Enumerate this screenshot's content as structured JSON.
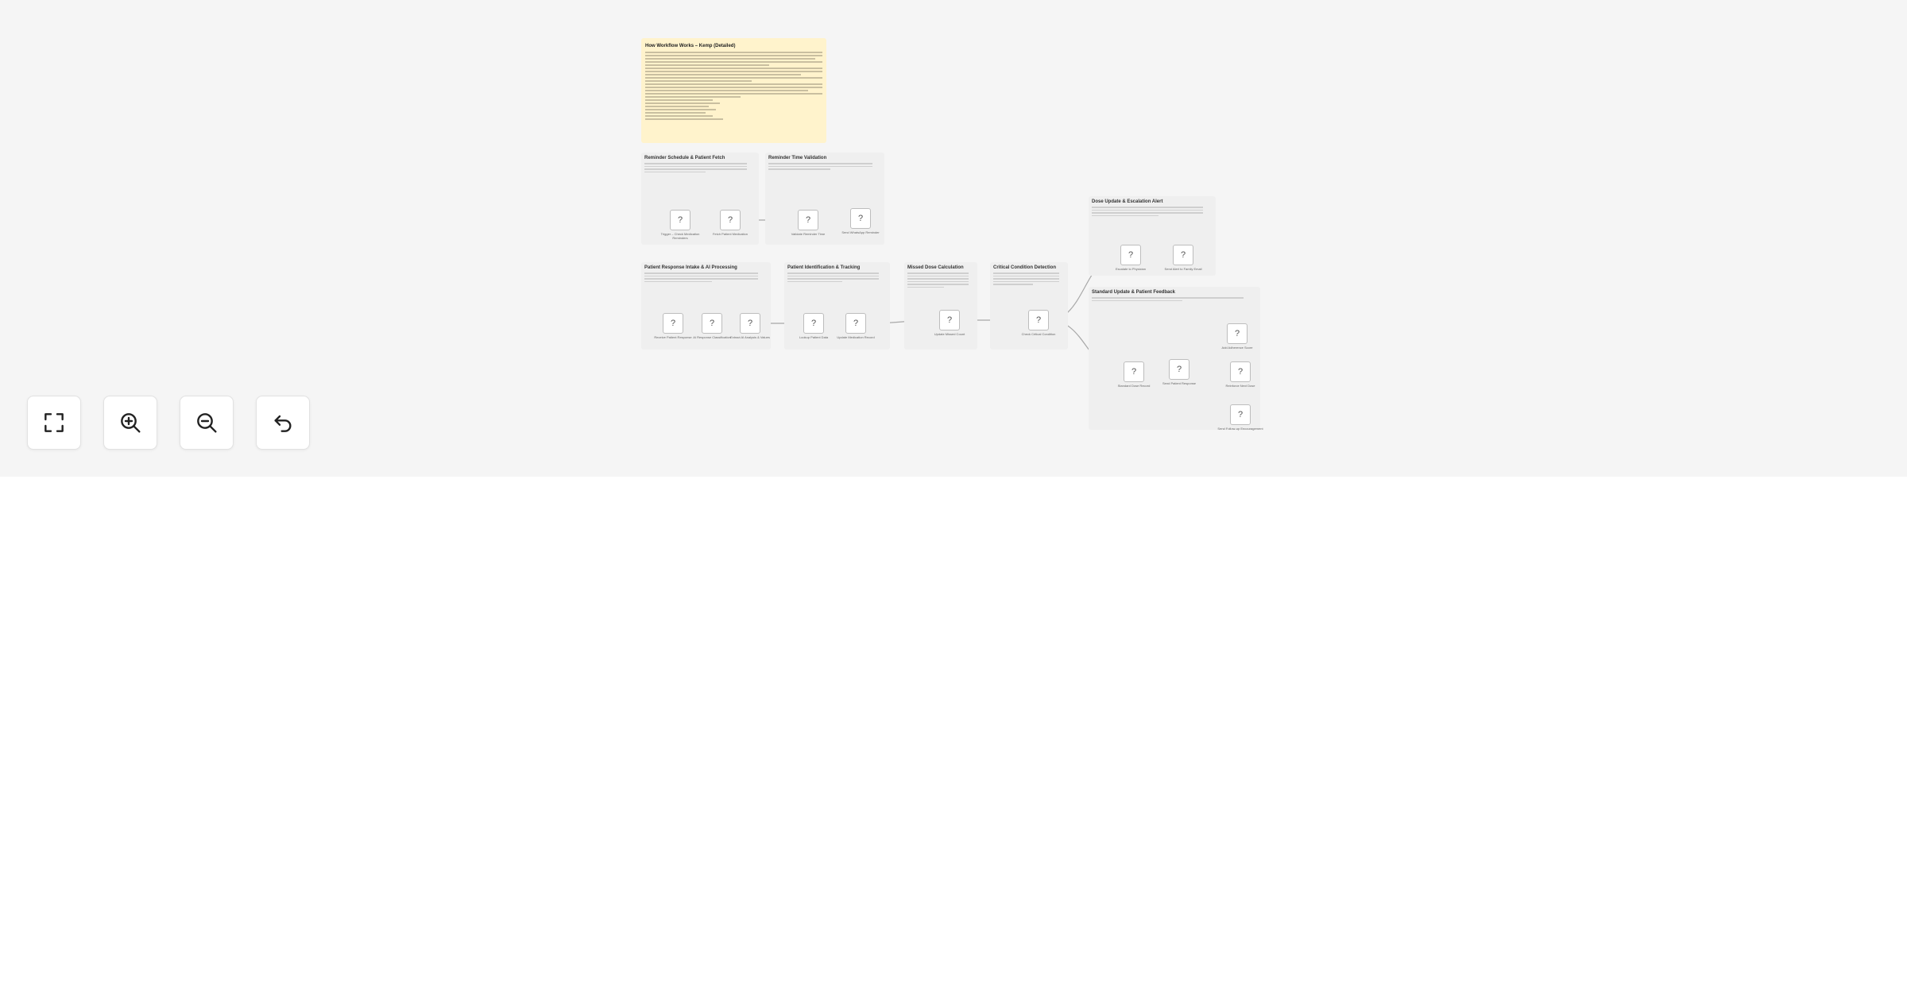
{
  "sticky_note": {
    "title": "How Workflow Works – Kemp (Detailed)"
  },
  "sections": [
    {
      "title": "Reminder Schedule & Patient Fetch"
    },
    {
      "title": "Reminder Time Validation"
    },
    {
      "title": "Patient Response Intake & AI Processing"
    },
    {
      "title": "Patient Identification & Tracking"
    },
    {
      "title": "Missed Dose Calculation"
    },
    {
      "title": "Critical Condition Detection"
    },
    {
      "title": "Dose Update & Escalation Alert"
    },
    {
      "title": "Standard Update & Patient Feedback"
    }
  ],
  "nodes": [
    {
      "icon": "?",
      "label": "Trigger – Check Medication Reminders"
    },
    {
      "icon": "?",
      "label": "Fetch Patient Medication"
    },
    {
      "icon": "?",
      "label": "Validate Reminder Time"
    },
    {
      "icon": "?",
      "label": "Send WhatsApp Reminder"
    },
    {
      "icon": "?",
      "label": "Receive Patient Response"
    },
    {
      "icon": "?",
      "label": "AI Response Classification"
    },
    {
      "icon": "?",
      "label": "Extract AI Analysis & Values"
    },
    {
      "icon": "?",
      "label": "Lookup Patient Data"
    },
    {
      "icon": "?",
      "label": "Update Medication Record"
    },
    {
      "icon": "?",
      "label": "Update Missed Count"
    },
    {
      "icon": "?",
      "label": "Check Critical Condition"
    },
    {
      "icon": "?",
      "label": "Escalate to Physician"
    },
    {
      "icon": "?",
      "label": "Send Alert to Family Email"
    },
    {
      "icon": "?",
      "label": "Standard Dose Record"
    },
    {
      "icon": "?",
      "label": "Send Patient Response"
    },
    {
      "icon": "?",
      "label": "Add Adherence Score"
    },
    {
      "icon": "?",
      "label": "Reinforce Next Dose"
    },
    {
      "icon": "?",
      "label": "Send Follow-up Encouragement"
    }
  ],
  "controls": {
    "fit_view": "fit-to-view",
    "zoom_in": "zoom-in",
    "zoom_out": "zoom-out",
    "reset": "reset-zoom"
  }
}
